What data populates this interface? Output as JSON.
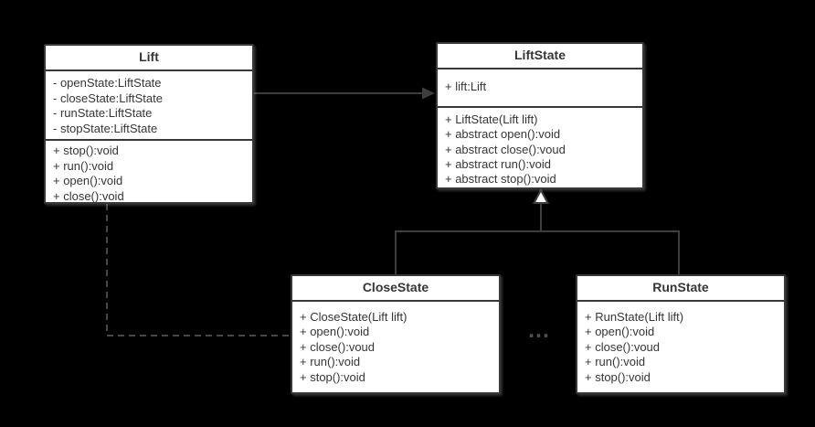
{
  "colors": {
    "background": "#000000",
    "box_fill": "#ffffff",
    "box_border": "#383838",
    "text": "#363636",
    "connector": "#3d3d3d",
    "dashed_connector": "#484848",
    "ellipsis": "#4f4f4f"
  },
  "ellipsis": "...",
  "classes": {
    "lift": {
      "title": "Lift",
      "attributes": [
        "- openState:LiftState",
        "- closeState:LiftState",
        "- runState:LiftState",
        "- stopState:LiftState"
      ],
      "methods": [
        "+ stop():void",
        "+ run():void",
        "+ open():void",
        "+ close():void"
      ]
    },
    "liftstate": {
      "title": "LiftState",
      "attributes": [
        "+ lift:Lift"
      ],
      "methods": [
        "+ LiftState(Lift lift)",
        "+ abstract open():void",
        "+ abstract close():voud",
        "+ abstract run():void",
        "+ abstract stop():void"
      ]
    },
    "closestate": {
      "title": "CloseState",
      "methods": [
        "+ CloseState(Lift lift)",
        "+ open():void",
        "+ close():voud",
        "+ run():void",
        "+ stop():void"
      ]
    },
    "runstate": {
      "title": "RunState",
      "methods": [
        "+ RunState(Lift lift)",
        "+ open():void",
        "+ close():voud",
        "+ run():void",
        "+ stop():void"
      ]
    }
  }
}
